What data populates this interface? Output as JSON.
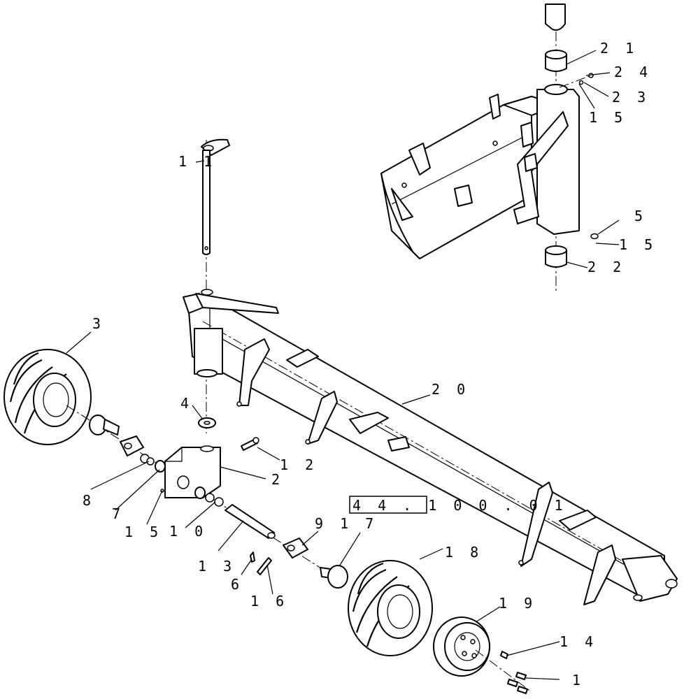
{
  "callouts": {
    "c1": "1",
    "c2": "2",
    "c3": "3",
    "c4": "4",
    "c5": "5",
    "c6": "6",
    "c7": "7",
    "c8": "8",
    "c917": "9 1 7",
    "c10": "1 0",
    "c11": "1 1",
    "c12": "1 2",
    "c13": "1 3",
    "c14": "1 4",
    "c15a": "1 5",
    "c15b": "1 5",
    "c15c": "1 5",
    "c16": "1 6",
    "c18": "1 8",
    "c19": "1 9",
    "c20": "2 0",
    "c21": "2 1",
    "c22": "2 2",
    "c23": "2 3",
    "c24": "2 4"
  },
  "reference": "4 4 . 1 0 0 . 0 1"
}
